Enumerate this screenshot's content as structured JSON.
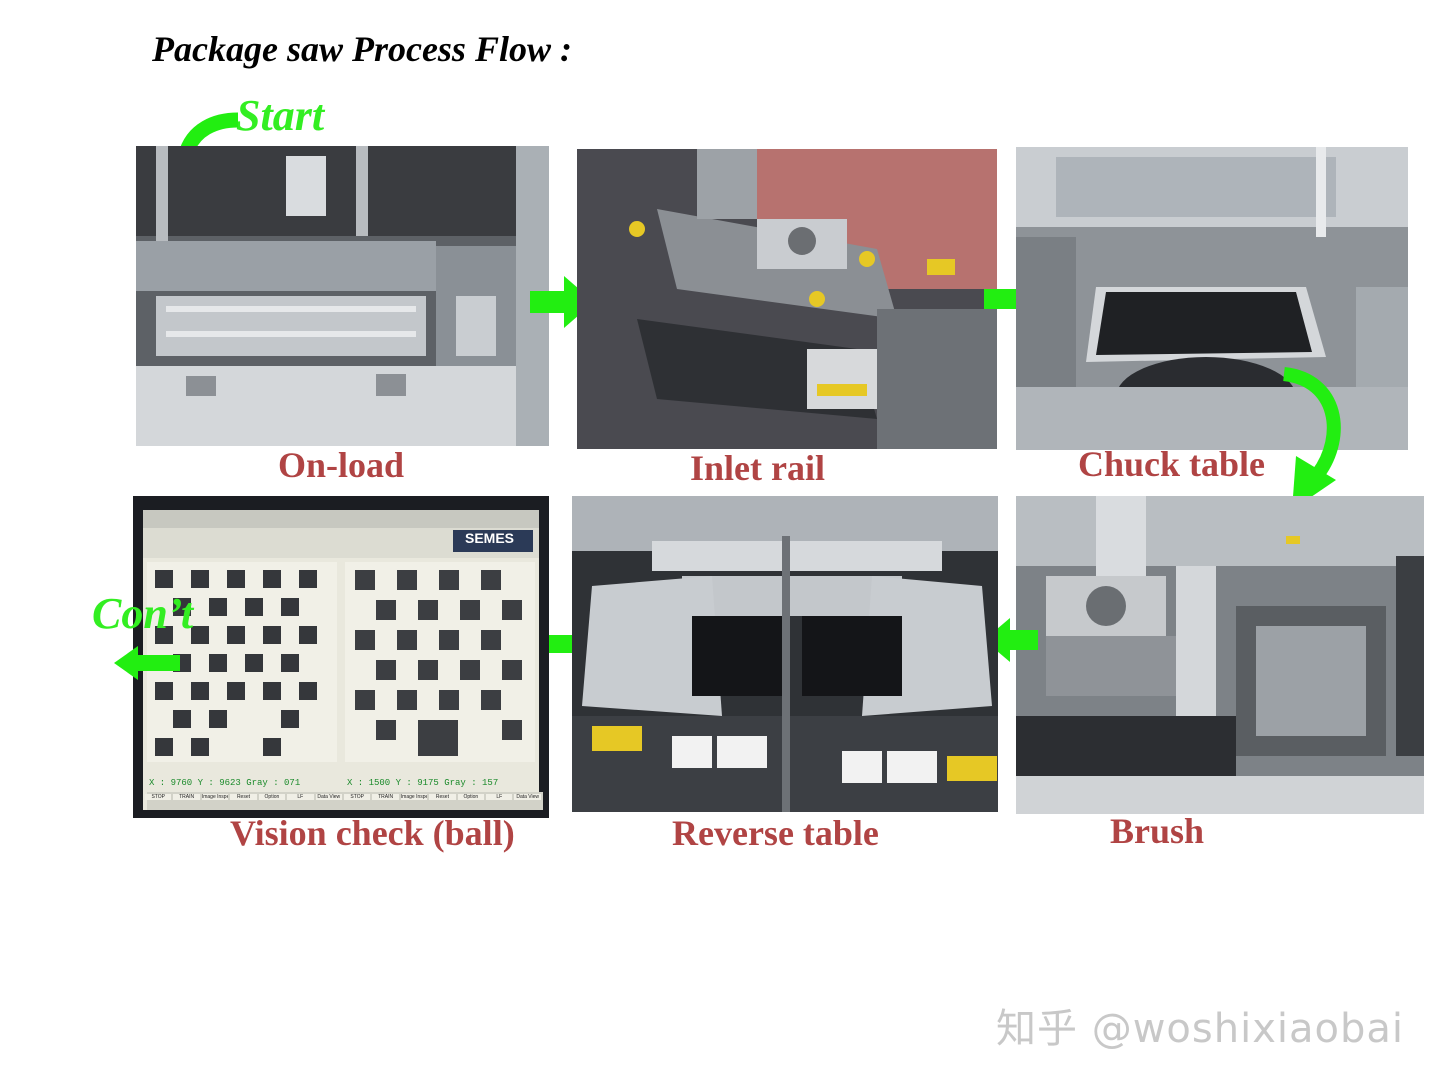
{
  "title": "Package saw Process Flow :",
  "start_label": "Start",
  "continue_label": "Con’t",
  "steps": [
    {
      "id": "onload",
      "label": "On-load"
    },
    {
      "id": "inlet-rail",
      "label": "Inlet rail"
    },
    {
      "id": "chuck-table",
      "label": "Chuck table"
    },
    {
      "id": "brush",
      "label": "Brush"
    },
    {
      "id": "reverse-table",
      "label": "Reverse table"
    },
    {
      "id": "vision-check",
      "label": "Vision check (ball)"
    }
  ],
  "vision_screen": {
    "brand": "SEMES",
    "left_readout": "X : 9760  Y : 9623  Gray : 071",
    "right_readout": "X : 1500  Y : 9175  Gray : 157",
    "buttons": [
      "STOP",
      "TRAIN",
      "Image Inspection",
      "Reset",
      "Option",
      "LF",
      "Data View",
      "STOP",
      "TRAIN",
      "Image Inspection",
      "Reset",
      "Option",
      "LF",
      "Data View"
    ]
  },
  "watermark": "知乎 @woshixiaobai",
  "colors": {
    "arrow_green": "#22ee11",
    "caption_red": "#b04444",
    "label_green": "#33ee22"
  }
}
